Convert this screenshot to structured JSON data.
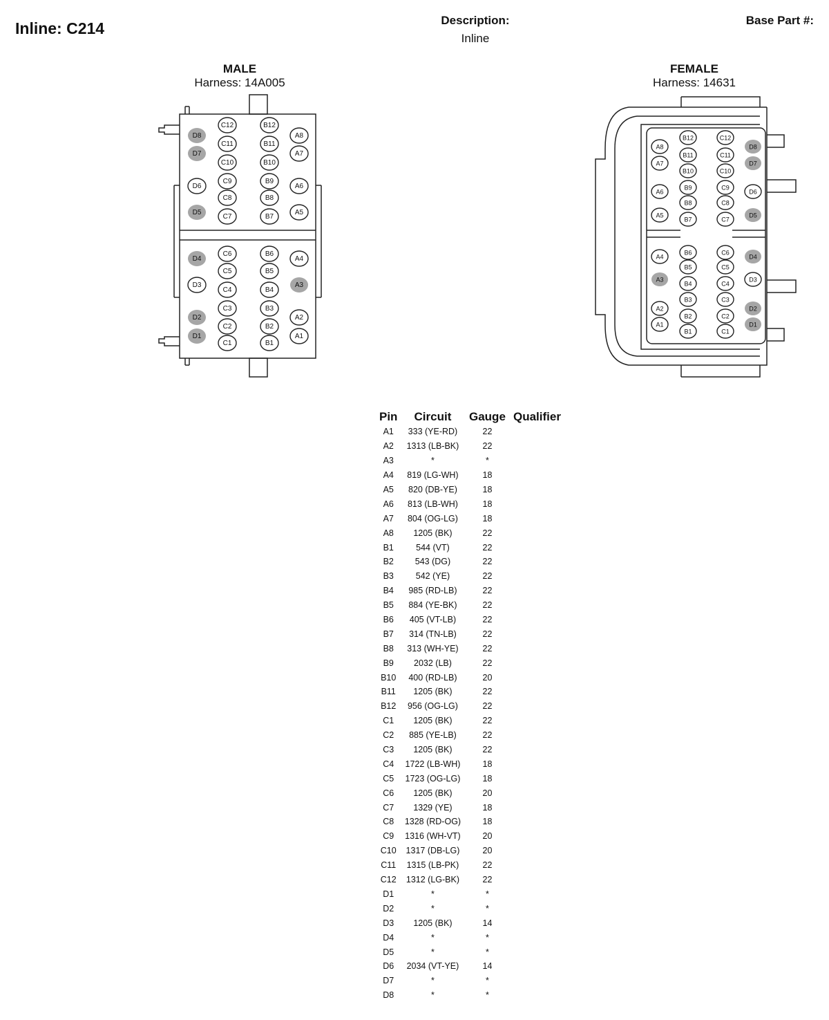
{
  "header": {
    "title": "Inline: C214",
    "description_label": "Description:",
    "description_value": "Inline",
    "base_part_label": "Base Part #:"
  },
  "male": {
    "gender": "MALE",
    "harness": "Harness: 14A005"
  },
  "female": {
    "gender": "FEMALE",
    "harness": "Harness: 14631"
  },
  "table": {
    "headers": [
      "Pin",
      "Circuit",
      "Gauge",
      "Qualifier"
    ],
    "rows": [
      [
        "A1",
        "333 (YE-RD)",
        "22",
        ""
      ],
      [
        "A2",
        "1313 (LB-BK)",
        "22",
        ""
      ],
      [
        "A3",
        "*",
        "*",
        ""
      ],
      [
        "A4",
        "819 (LG-WH)",
        "18",
        ""
      ],
      [
        "A5",
        "820 (DB-YE)",
        "18",
        ""
      ],
      [
        "A6",
        "813 (LB-WH)",
        "18",
        ""
      ],
      [
        "A7",
        "804 (OG-LG)",
        "18",
        ""
      ],
      [
        "A8",
        "1205 (BK)",
        "22",
        ""
      ],
      [
        "B1",
        "544 (VT)",
        "22",
        ""
      ],
      [
        "B2",
        "543 (DG)",
        "22",
        ""
      ],
      [
        "B3",
        "542 (YE)",
        "22",
        ""
      ],
      [
        "B4",
        "985 (RD-LB)",
        "22",
        ""
      ],
      [
        "B5",
        "884 (YE-BK)",
        "22",
        ""
      ],
      [
        "B6",
        "405 (VT-LB)",
        "22",
        ""
      ],
      [
        "B7",
        "314 (TN-LB)",
        "22",
        ""
      ],
      [
        "B8",
        "313 (WH-YE)",
        "22",
        ""
      ],
      [
        "B9",
        "2032 (LB)",
        "22",
        ""
      ],
      [
        "B10",
        "400 (RD-LB)",
        "20",
        ""
      ],
      [
        "B11",
        "1205 (BK)",
        "22",
        ""
      ],
      [
        "B12",
        "956 (OG-LG)",
        "22",
        ""
      ],
      [
        "C1",
        "1205 (BK)",
        "22",
        ""
      ],
      [
        "C2",
        "885 (YE-LB)",
        "22",
        ""
      ],
      [
        "C3",
        "1205 (BK)",
        "22",
        ""
      ],
      [
        "C4",
        "1722 (LB-WH)",
        "18",
        ""
      ],
      [
        "C5",
        "1723 (OG-LG)",
        "18",
        ""
      ],
      [
        "C6",
        "1205 (BK)",
        "20",
        ""
      ],
      [
        "C7",
        "1329 (YE)",
        "18",
        ""
      ],
      [
        "C8",
        "1328 (RD-OG)",
        "18",
        ""
      ],
      [
        "C9",
        "1316 (WH-VT)",
        "20",
        ""
      ],
      [
        "C10",
        "1317 (DB-LG)",
        "20",
        ""
      ],
      [
        "C11",
        "1315 (LB-PK)",
        "22",
        ""
      ],
      [
        "C12",
        "1312 (LG-BK)",
        "22",
        ""
      ],
      [
        "D1",
        "*",
        "*",
        ""
      ],
      [
        "D2",
        "*",
        "*",
        ""
      ],
      [
        "D3",
        "1205 (BK)",
        "14",
        ""
      ],
      [
        "D4",
        "*",
        "*",
        ""
      ],
      [
        "D5",
        "*",
        "*",
        ""
      ],
      [
        "D6",
        "2034 (VT-YE)",
        "14",
        ""
      ],
      [
        "D7",
        "*",
        "*",
        ""
      ],
      [
        "D8",
        "*",
        "*",
        ""
      ]
    ]
  },
  "colors": {
    "unused_pin_fill": "#a6a6a6",
    "outline": "#222222"
  },
  "pin_states": {
    "male_unused": [
      "D8",
      "D7",
      "D5",
      "D4",
      "D2",
      "D1",
      "A3"
    ],
    "female_unused": [
      "D8",
      "D7",
      "D5",
      "D4",
      "D2",
      "D1",
      "A3"
    ]
  }
}
